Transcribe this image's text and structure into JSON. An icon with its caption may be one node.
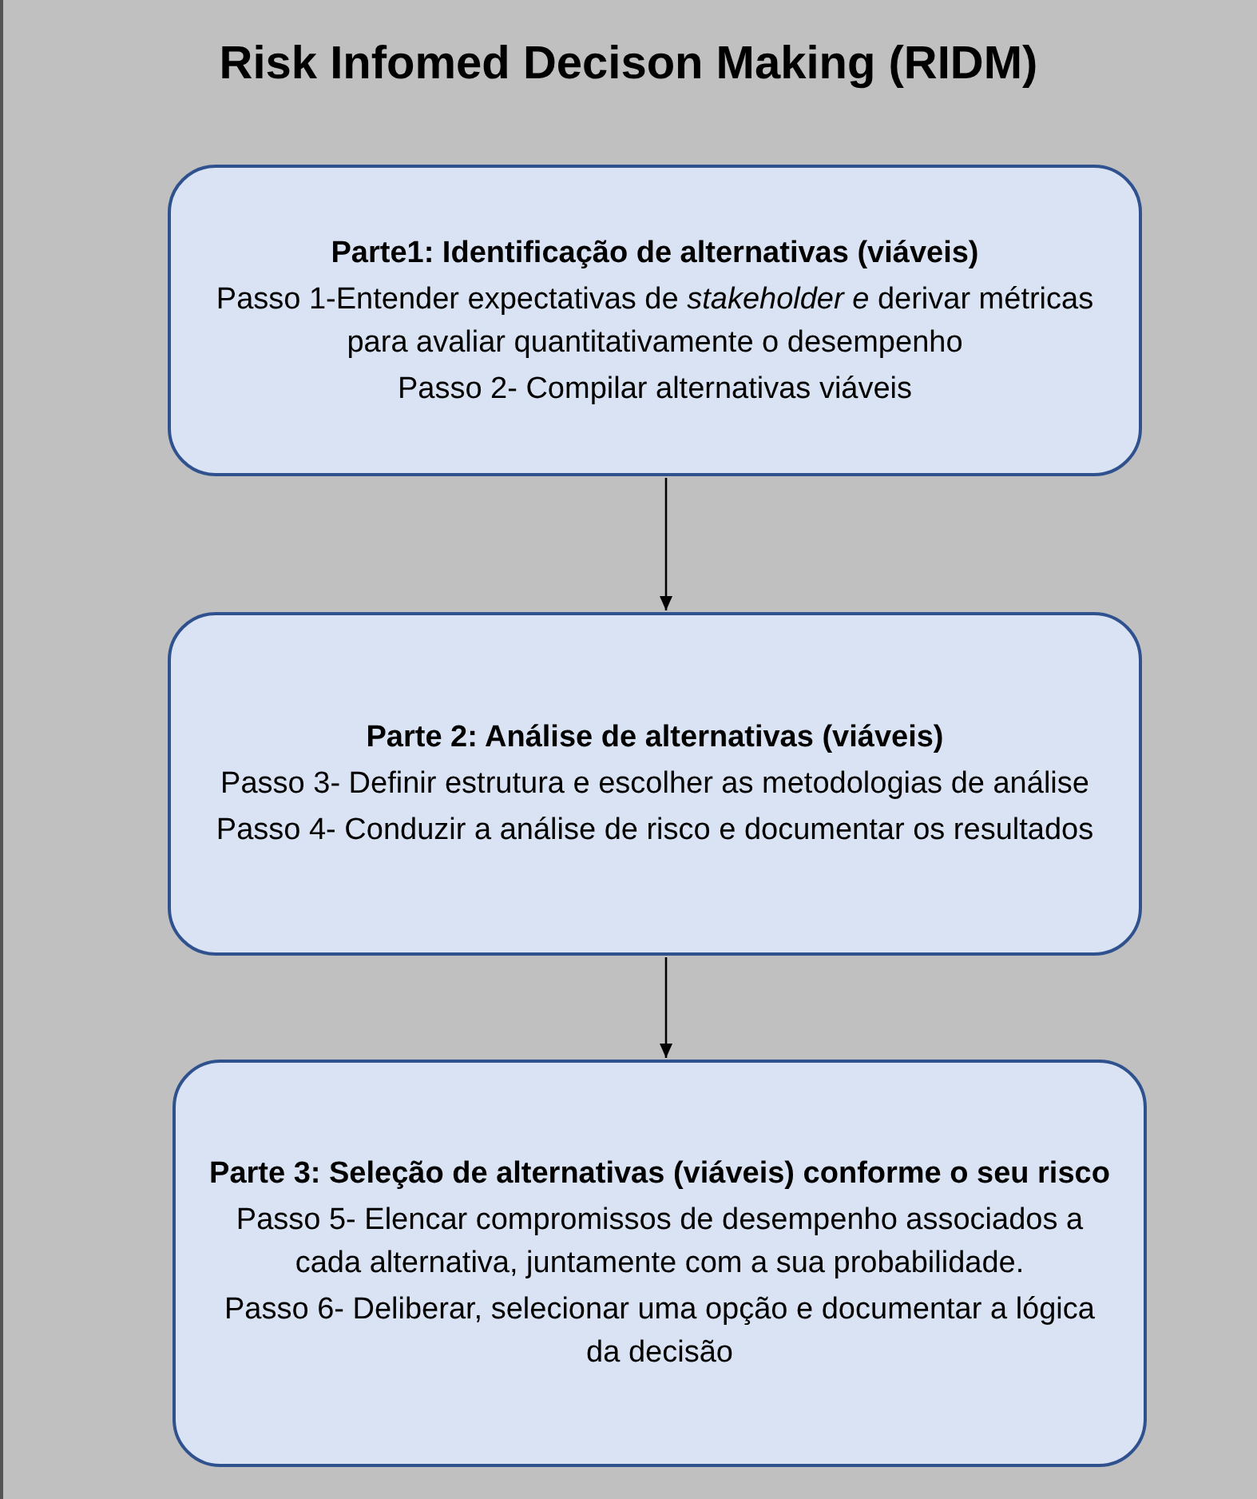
{
  "diagram": {
    "title": "Risk Infomed Decison Making (RIDM)",
    "nodes": [
      {
        "text": [
          "Parte1: Identificação de alternativas (viáveis)",
          "Passo 1-Entender expectativas de *stakeholder e* derivar  métricas para avaliar quantitativamente o desempenho",
          "Passo 2- Compilar alternativas viáveis"
        ]
      },
      {
        "text": [
          "Parte 2: Análise de alternativas (viáveis)",
          "Passo 3- Definir estrutura e escolher  as metodologias de análise",
          "Passo 4- Conduzir a análise de risco e documentar os resultados"
        ]
      },
      {
        "text": [
          "Parte 3: Seleção de alternativas (viáveis) conforme o seu risco",
          "Passo 5- Elencar compromissos de desempenho associados a cada alternativa, juntamente com a sua probabilidade.",
          "Passo 6- Deliberar, selecionar uma opção e documentar a lógica da decisão"
        ]
      }
    ],
    "edges": [
      {
        "from": 0,
        "to": 1,
        "arrow": "to"
      },
      {
        "from": 1,
        "to": 2,
        "arrow": "to"
      }
    ]
  }
}
